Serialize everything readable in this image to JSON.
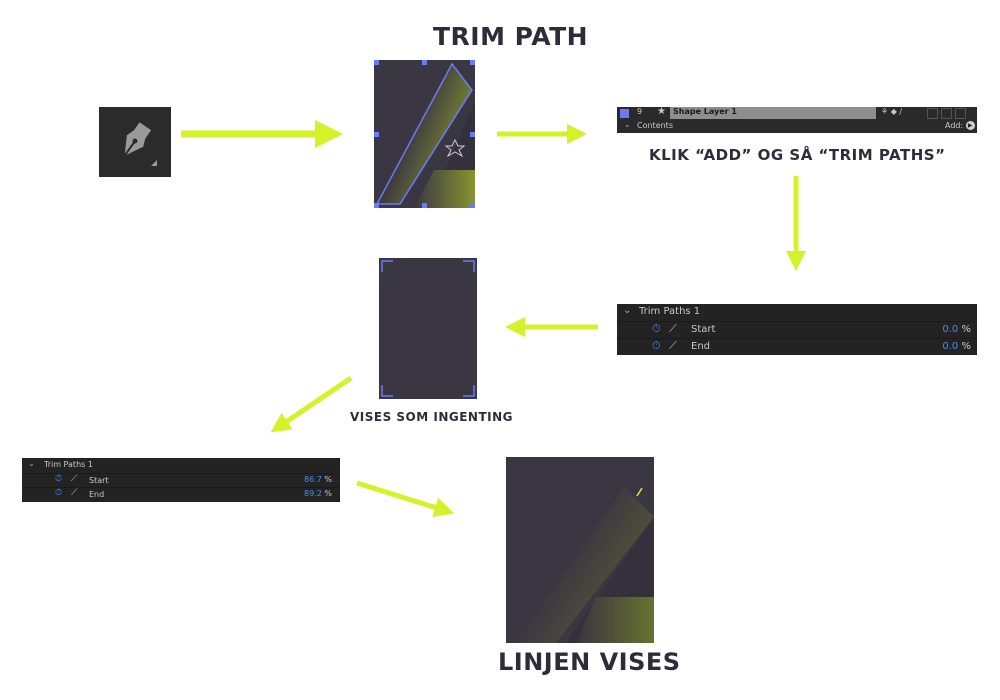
{
  "title": "TRIM PATH",
  "step_add": "KLIK “ADD” OG SÅ “TRIM PATHS”",
  "step_nothing": "VISES SOM INGENTING",
  "step_line": "LINJEN VISES",
  "layer_bar": {
    "index": "9",
    "layer_name": "Shape Layer 1",
    "contents_label": "Contents",
    "add_label": "Add:"
  },
  "trim_panel_1": {
    "group": "Trim Paths 1",
    "start_label": "Start",
    "start_value": "0.0",
    "end_label": "End",
    "end_value": "0.0",
    "unit": "%"
  },
  "trim_panel_2": {
    "group": "Trim Paths 1",
    "start_label": "Start",
    "start_value": "86.7",
    "end_label": "End",
    "end_value": "89.2",
    "unit": "%"
  },
  "colors": {
    "arrow": "#d4f22a",
    "dark_bg": "#3a3642",
    "panel_bg": "#232323",
    "value_blue": "#3f8cf0",
    "selection_blue": "#6a7cf5"
  },
  "icons": [
    "pen-tool-icon",
    "stopwatch-icon",
    "graph-icon",
    "star-icon",
    "disclosure-triangle-icon"
  ]
}
